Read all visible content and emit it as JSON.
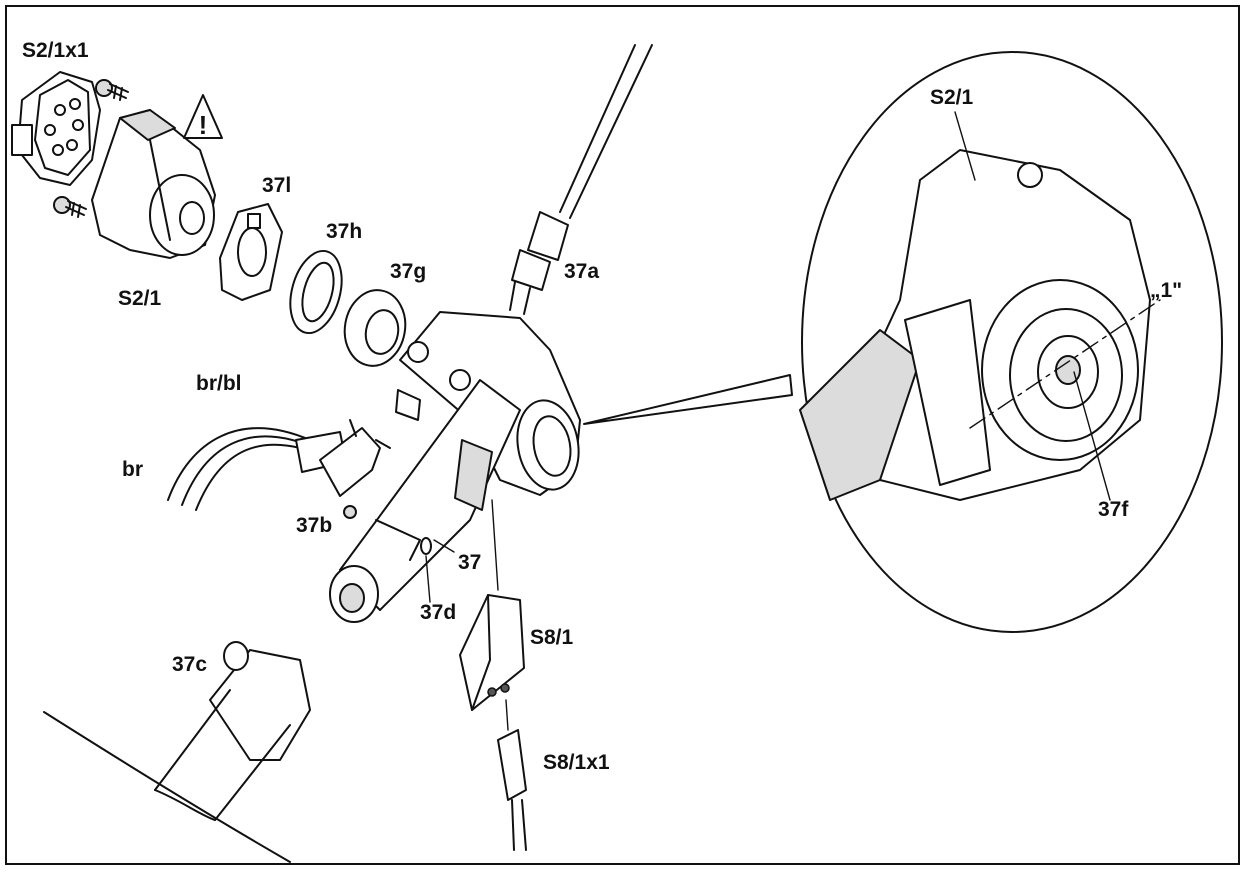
{
  "labels": {
    "s2_1x1": "S2/1x1",
    "s2_1_left": "S2/1",
    "p37l": "37l",
    "p37h": "37h",
    "p37g": "37g",
    "p37a": "37a",
    "br_bl": "br/bl",
    "br": "br",
    "p37b": "37b",
    "p37": "37",
    "p37d": "37d",
    "p37c": "37c",
    "s8_1": "S8/1",
    "s8_1x1": "S8/1x1",
    "s2_1_detail": "S2/1",
    "mark_1": "„1\"",
    "p37f": "37f"
  },
  "warning_symbol": "!",
  "icons": [
    "warning-triangle-icon"
  ]
}
